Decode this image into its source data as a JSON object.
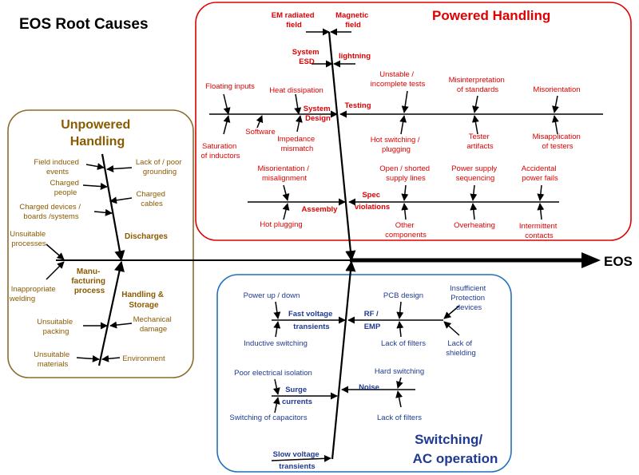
{
  "title": "EOS Root Causes",
  "effect": "EOS",
  "colors": {
    "powered": "#e00000",
    "unpowered": "#8a6d2b",
    "switching": "#1f6fbf",
    "spine": "#000000"
  },
  "powered": {
    "title": "Powered Handling",
    "labels": {
      "em_radiated": [
        "EM radiated",
        "field"
      ],
      "magnetic": [
        "Magnetic",
        "field"
      ],
      "system_esd": [
        "System",
        "ESD"
      ],
      "lightning": "lightning",
      "unstable": [
        "Unstable /",
        "incomplete tests"
      ],
      "misinterpretation": [
        "Misinterpretation",
        "of standards"
      ],
      "misorientation_top": "Misorientation",
      "floating_inputs": "Floating inputs",
      "heat_dissipation": "Heat dissipation",
      "testing": "Testing",
      "system_design": [
        "System",
        "Design"
      ],
      "software": "Software",
      "saturation": [
        "Saturation",
        "of inductors"
      ],
      "impedance": [
        "Impedance",
        "mismatch"
      ],
      "hot_switching": [
        "Hot switching /",
        "plugging"
      ],
      "tester_artifacts": [
        "Tester",
        "artifacts"
      ],
      "misapplication": [
        "Misapplication",
        "of testers"
      ],
      "misorientation_mis": [
        "Misorientation /",
        "misalignment"
      ],
      "open_shorted": [
        "Open / shorted",
        "supply lines"
      ],
      "power_seq": [
        "Power supply",
        "sequencing"
      ],
      "accidental": [
        "Accidental",
        "power fails"
      ],
      "spec_violations": [
        "Spec",
        "violations"
      ],
      "assembly": "Assembly",
      "hot_plugging": "Hot plugging",
      "other_components": [
        "Other",
        "components"
      ],
      "overheating": "Overheating",
      "intermittent": [
        "Intermittent",
        "contacts"
      ]
    }
  },
  "unpowered": {
    "title": [
      "Unpowered",
      "Handling"
    ],
    "labels": {
      "field_induced": [
        "Field induced",
        "events"
      ],
      "lack_grounding": [
        "Lack of / poor",
        "grounding"
      ],
      "charged_people": [
        "Charged",
        "people"
      ],
      "charged_cables": [
        "Charged",
        "cables"
      ],
      "charged_devices": [
        "Charged devices /",
        "boards /systems"
      ],
      "discharges": "Discharges",
      "unsuitable_processes": [
        "Unsuitable",
        "processes"
      ],
      "manufacturing": [
        "Manu-",
        "facturing",
        "process"
      ],
      "inappropriate_welding": [
        "Inappropriate",
        "welding"
      ],
      "handling_storage": [
        "Handling &",
        "Storage"
      ],
      "unsuitable_packing": [
        "Unsuitable",
        "packing"
      ],
      "mechanical_damage": [
        "Mechanical",
        "damage"
      ],
      "unsuitable_materials": [
        "Unsuitable",
        "materials"
      ],
      "environment": "Environment"
    }
  },
  "switching": {
    "title": [
      "Switching/",
      "AC operation"
    ],
    "labels": {
      "power_up": "Power up / down",
      "pcb_design": "PCB design",
      "insufficient_protection": [
        "Insufficient",
        "Protection",
        "devices"
      ],
      "fast_voltage": [
        "Fast voltage",
        "transients"
      ],
      "rf_emp": [
        "RF /",
        "EMP"
      ],
      "inductive_switching": "Inductive switching",
      "lack_filters_1": "Lack of filters",
      "lack_shielding": [
        "Lack of",
        "shielding"
      ],
      "poor_isolation": "Poor electrical isolation",
      "hard_switching": "Hard switching",
      "surge": [
        "Surge",
        "currents"
      ],
      "noise": "Noise",
      "switching_caps": "Switching of capacitors",
      "lack_filters_2": "Lack of filters",
      "slow_voltage": [
        "Slow voltage",
        "transients"
      ]
    }
  }
}
